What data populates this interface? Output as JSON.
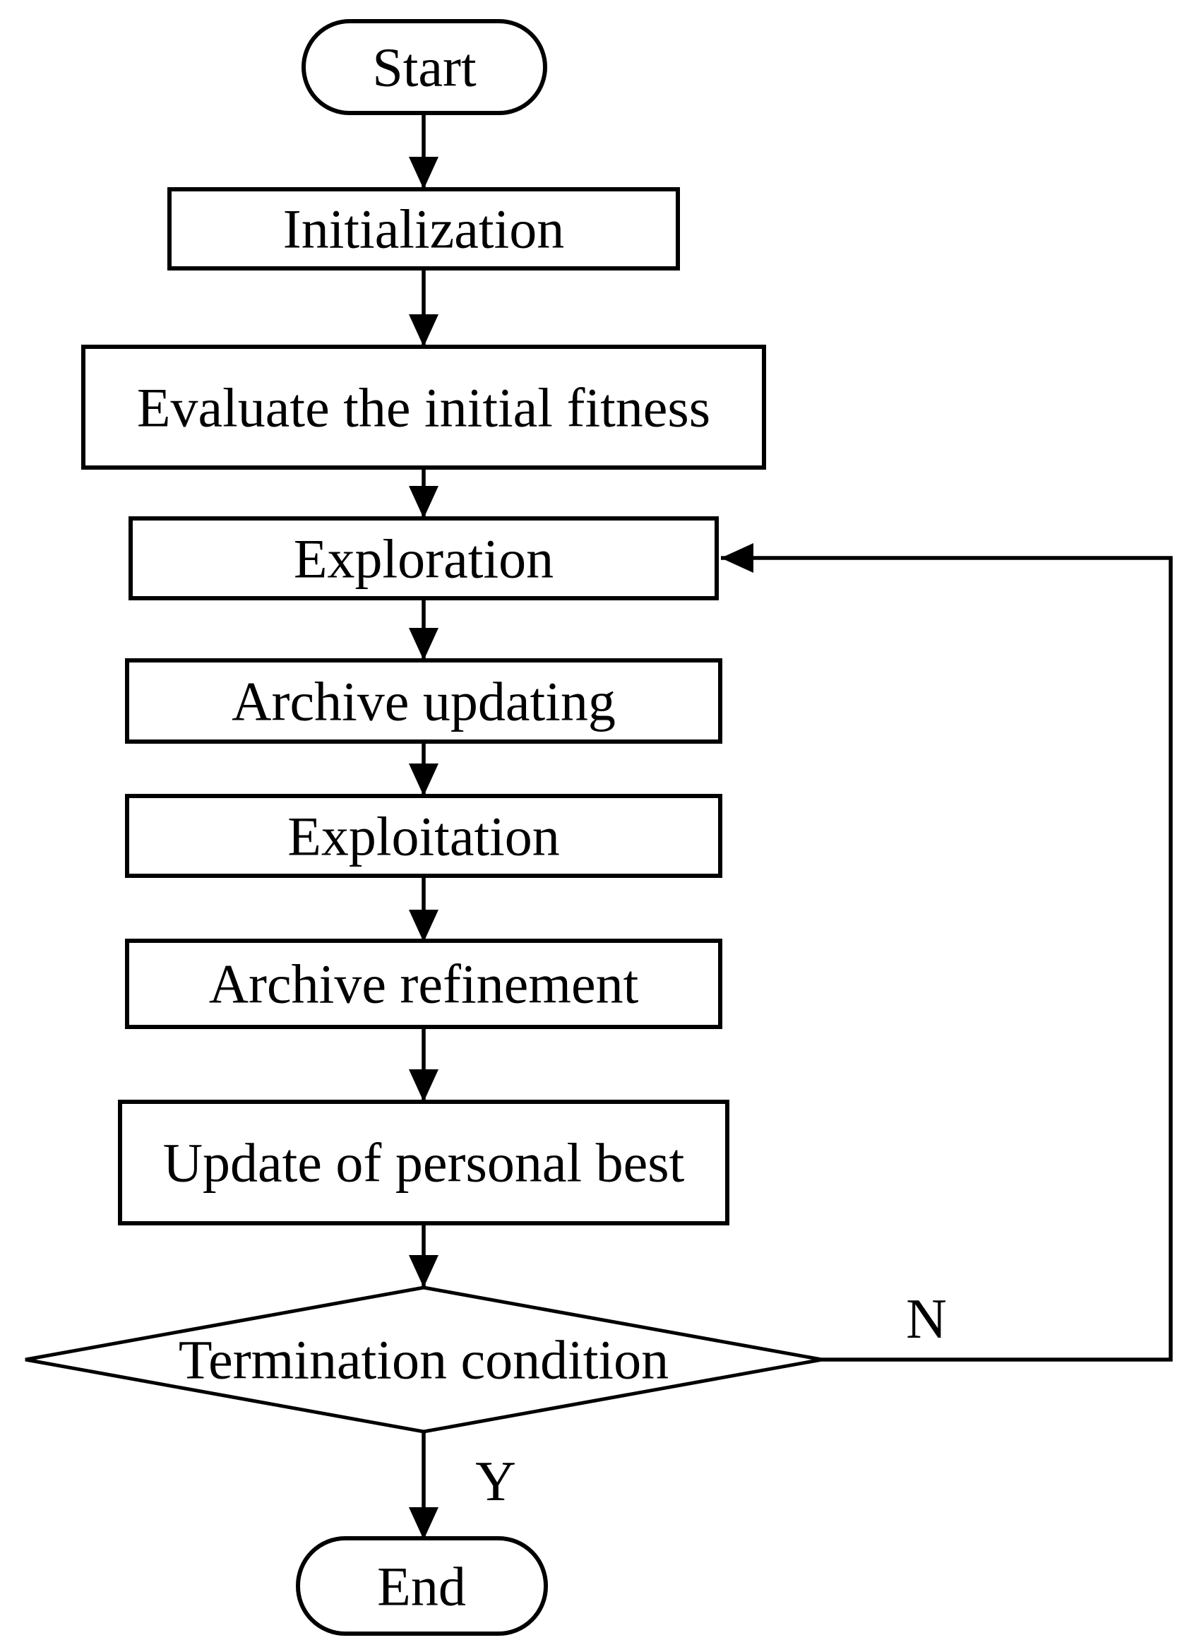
{
  "figure": {
    "type": "flowchart",
    "colors": {
      "background": "#ffffff",
      "shape_fill": "#ffffff",
      "stroke": "#000000",
      "text": "#000000"
    }
  },
  "nodes": {
    "start": {
      "label": "Start",
      "shape": "stadium"
    },
    "initialization": {
      "label": "Initialization",
      "shape": "rect"
    },
    "evaluate": {
      "label": "Evaluate the initial fitness",
      "shape": "rect"
    },
    "exploration": {
      "label": "Exploration",
      "shape": "rect"
    },
    "archive_updating": {
      "label": "Archive updating",
      "shape": "rect"
    },
    "exploitation": {
      "label": "Exploitation",
      "shape": "rect"
    },
    "archive_refinement": {
      "label": "Archive refinement",
      "shape": "rect"
    },
    "update_personal_best": {
      "label": "Update of personal best",
      "shape": "rect"
    },
    "termination": {
      "label": "Termination condition",
      "shape": "diamond"
    },
    "end": {
      "label": "End",
      "shape": "stadium"
    }
  },
  "edges": [
    {
      "from": "start",
      "to": "initialization",
      "label": ""
    },
    {
      "from": "initialization",
      "to": "evaluate",
      "label": ""
    },
    {
      "from": "evaluate",
      "to": "exploration",
      "label": ""
    },
    {
      "from": "exploration",
      "to": "archive_updating",
      "label": ""
    },
    {
      "from": "archive_updating",
      "to": "exploitation",
      "label": ""
    },
    {
      "from": "exploitation",
      "to": "archive_refinement",
      "label": ""
    },
    {
      "from": "archive_refinement",
      "to": "update_personal_best",
      "label": ""
    },
    {
      "from": "update_personal_best",
      "to": "termination",
      "label": ""
    },
    {
      "from": "termination",
      "to": "exploration",
      "label": "N"
    },
    {
      "from": "termination",
      "to": "end",
      "label": "Y"
    }
  ]
}
